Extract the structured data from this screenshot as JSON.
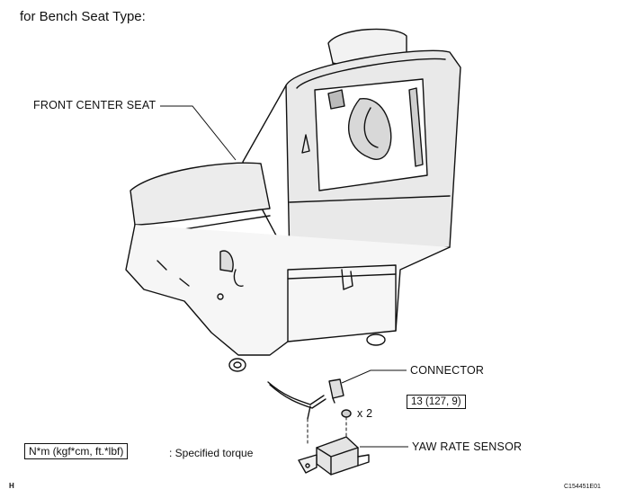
{
  "header": {
    "text": "for Bench Seat Type:"
  },
  "labels": {
    "seat": "FRONT CENTER SEAT",
    "connector": "CONNECTOR",
    "sensor": "YAW RATE SENSOR",
    "qty": "x 2"
  },
  "torque": {
    "value": "13 (127, 9)"
  },
  "legend": {
    "unit": "N*m (kgf*cm, ft.*lbf)",
    "desc": ": Specified torque"
  },
  "footer": {
    "left": "H",
    "right": "C154451E01"
  }
}
